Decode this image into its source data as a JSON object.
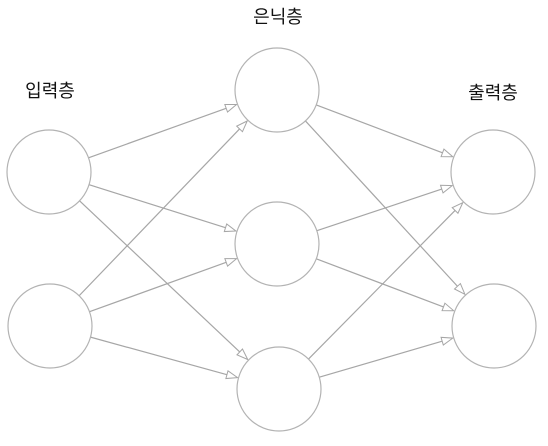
{
  "labels": {
    "input": "입력층",
    "hidden": "은닉층",
    "output": "출력층"
  },
  "colors": {
    "node_stroke": "#b3b3b3",
    "edge_stroke": "#a6a6a6",
    "arrow_fill": "#ffffff",
    "background": "#ffffff"
  },
  "network": {
    "layers": [
      {
        "id": "input",
        "nodes": 2
      },
      {
        "id": "hidden",
        "nodes": 3
      },
      {
        "id": "output",
        "nodes": 2
      }
    ],
    "connections": "fully-connected"
  }
}
